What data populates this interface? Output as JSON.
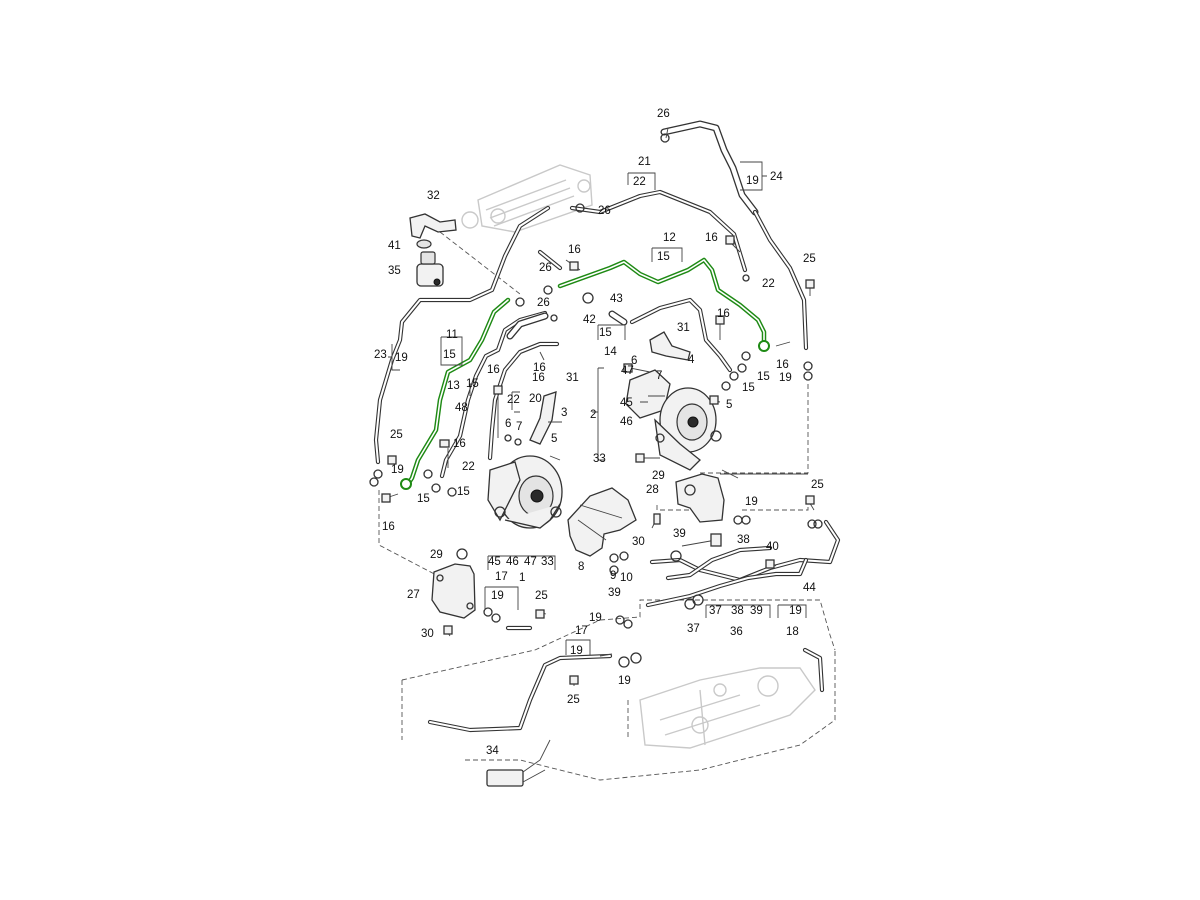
{
  "diagram": {
    "highlight_color": "#1e8a14",
    "labels": [
      {
        "id": "l1",
        "text": "26"
      },
      {
        "id": "l2",
        "text": "21"
      },
      {
        "id": "l3",
        "text": "22"
      },
      {
        "id": "l4",
        "text": "19"
      },
      {
        "id": "l5",
        "text": "24"
      },
      {
        "id": "l6",
        "text": "32"
      },
      {
        "id": "l7",
        "text": "26"
      },
      {
        "id": "l8",
        "text": "41"
      },
      {
        "id": "l9",
        "text": "35"
      },
      {
        "id": "l10",
        "text": "12"
      },
      {
        "id": "l11",
        "text": "15"
      },
      {
        "id": "l12",
        "text": "16"
      },
      {
        "id": "l13",
        "text": "16"
      },
      {
        "id": "l14",
        "text": "26"
      },
      {
        "id": "l15",
        "text": "22"
      },
      {
        "id": "l16",
        "text": "25"
      },
      {
        "id": "l17",
        "text": "43"
      },
      {
        "id": "l18",
        "text": "26"
      },
      {
        "id": "l19",
        "text": "42"
      },
      {
        "id": "l20",
        "text": "31"
      },
      {
        "id": "l21",
        "text": "11"
      },
      {
        "id": "l22",
        "text": "15"
      },
      {
        "id": "l23",
        "text": "15"
      },
      {
        "id": "l24",
        "text": "14"
      },
      {
        "id": "l25",
        "text": "16"
      },
      {
        "id": "l26",
        "text": "23"
      },
      {
        "id": "l27",
        "text": "19"
      },
      {
        "id": "l28",
        "text": "16"
      },
      {
        "id": "l29",
        "text": "6"
      },
      {
        "id": "l30",
        "text": "4"
      },
      {
        "id": "l31",
        "text": "16"
      },
      {
        "id": "l32",
        "text": "15"
      },
      {
        "id": "l33",
        "text": "19"
      },
      {
        "id": "l34",
        "text": "15"
      },
      {
        "id": "l35",
        "text": "47"
      },
      {
        "id": "l36",
        "text": "7"
      },
      {
        "id": "l37",
        "text": "2"
      },
      {
        "id": "l38",
        "text": "13"
      },
      {
        "id": "l39",
        "text": "15"
      },
      {
        "id": "l40",
        "text": "16"
      },
      {
        "id": "l41",
        "text": "16"
      },
      {
        "id": "l42",
        "text": "31"
      },
      {
        "id": "l43",
        "text": "22"
      },
      {
        "id": "l44",
        "text": "20"
      },
      {
        "id": "l45",
        "text": "45"
      },
      {
        "id": "l46",
        "text": "5"
      },
      {
        "id": "l47",
        "text": "48"
      },
      {
        "id": "l48",
        "text": "3"
      },
      {
        "id": "l49",
        "text": "46"
      },
      {
        "id": "l50",
        "text": "25"
      },
      {
        "id": "l51",
        "text": "6"
      },
      {
        "id": "l52",
        "text": "7"
      },
      {
        "id": "l53",
        "text": "16"
      },
      {
        "id": "l54",
        "text": "5"
      },
      {
        "id": "l55",
        "text": "22"
      },
      {
        "id": "l56",
        "text": "33"
      },
      {
        "id": "l57",
        "text": "19"
      },
      {
        "id": "l58",
        "text": "15"
      },
      {
        "id": "l59",
        "text": "15"
      },
      {
        "id": "l60",
        "text": "29"
      },
      {
        "id": "l61",
        "text": "28"
      },
      {
        "id": "l62",
        "text": "25"
      },
      {
        "id": "l63",
        "text": "16"
      },
      {
        "id": "l64",
        "text": "19"
      },
      {
        "id": "l65",
        "text": "30"
      },
      {
        "id": "l66",
        "text": "39"
      },
      {
        "id": "l67",
        "text": "38"
      },
      {
        "id": "l68",
        "text": "29"
      },
      {
        "id": "l69",
        "text": "45"
      },
      {
        "id": "l70",
        "text": "46"
      },
      {
        "id": "l71",
        "text": "47"
      },
      {
        "id": "l72",
        "text": "33"
      },
      {
        "id": "l73",
        "text": "1"
      },
      {
        "id": "l74",
        "text": "8"
      },
      {
        "id": "l75",
        "text": "9"
      },
      {
        "id": "l76",
        "text": "10"
      },
      {
        "id": "l77",
        "text": "39"
      },
      {
        "id": "l78",
        "text": "40"
      },
      {
        "id": "l79",
        "text": "44"
      },
      {
        "id": "l80",
        "text": "17"
      },
      {
        "id": "l81",
        "text": "27"
      },
      {
        "id": "l82",
        "text": "19"
      },
      {
        "id": "l83",
        "text": "25"
      },
      {
        "id": "l84",
        "text": "30"
      },
      {
        "id": "l85",
        "text": "19"
      },
      {
        "id": "l86",
        "text": "37"
      },
      {
        "id": "l87",
        "text": "38"
      },
      {
        "id": "l88",
        "text": "39"
      },
      {
        "id": "l89",
        "text": "19"
      },
      {
        "id": "l90",
        "text": "37"
      },
      {
        "id": "l91",
        "text": "36"
      },
      {
        "id": "l92",
        "text": "18"
      },
      {
        "id": "l93",
        "text": "17"
      },
      {
        "id": "l94",
        "text": "19"
      },
      {
        "id": "l95",
        "text": "19"
      },
      {
        "id": "l96",
        "text": "25"
      },
      {
        "id": "l97",
        "text": "34"
      }
    ]
  }
}
